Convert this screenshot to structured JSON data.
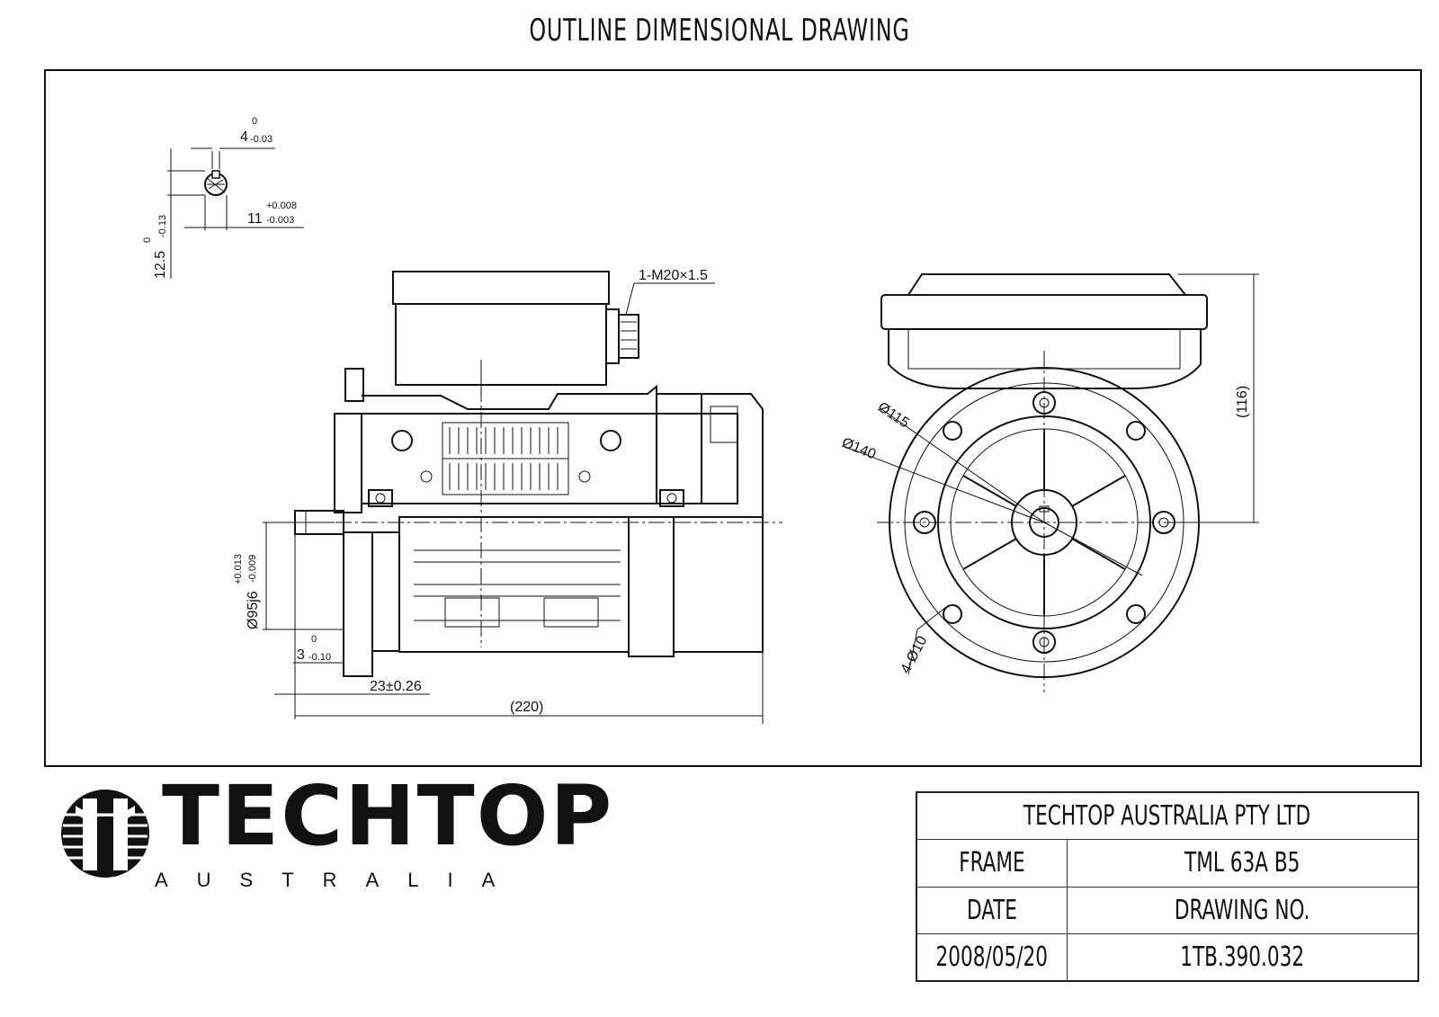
{
  "title": "OUTLINE DIMENSIONAL DRAWING",
  "dimensions": {
    "key_width": "4",
    "key_width_tol": [
      "0",
      "-0.03"
    ],
    "shaft_diameter": "11",
    "shaft_diameter_tol": [
      "+0.008",
      "-0.003"
    ],
    "shaft_height": "12.5",
    "shaft_height_tol": [
      "0",
      "-0.13"
    ],
    "cable_gland": "1-M20×1.5",
    "spigot_diameter": "Ø95j6",
    "spigot_tol": [
      "+0.013",
      "-0.009"
    ],
    "spigot_depth": "3",
    "spigot_depth_tol": [
      "0",
      "-0.10"
    ],
    "shaft_length": "23±0.26",
    "overall_length": "(220)",
    "pcd": "Ø115",
    "flange_diameter": "Ø140",
    "holes": "4-Ø10",
    "height_to_top": "(116)"
  },
  "logo": {
    "brand": "TECHTOP",
    "sub": "AUSTRALIA"
  },
  "title_block": {
    "company": "TECHTOP AUSTRALIA PTY LTD",
    "frame_label": "FRAME",
    "frame_value": "TML 63A B5",
    "date_label": "DATE",
    "drawing_no_label": "DRAWING NO.",
    "date_value": "2008/05/20",
    "drawing_no_value": "1TB.390.032"
  }
}
